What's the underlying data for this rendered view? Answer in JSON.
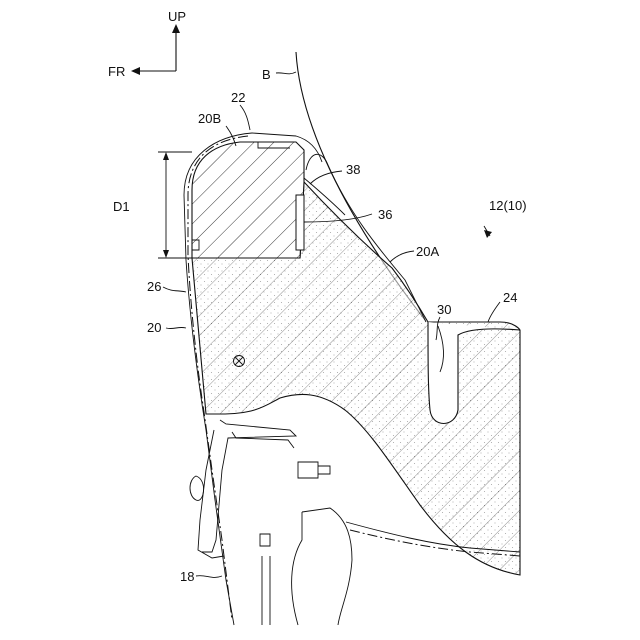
{
  "figure": {
    "labels": {
      "up": "UP",
      "fr": "FR",
      "b": "B",
      "n22": "22",
      "n20b": "20B",
      "d1": "D1",
      "n38": "38",
      "n36": "36",
      "n12": "12(10)",
      "n20a": "20A",
      "n26": "26",
      "n24": "24",
      "n30": "30",
      "n20": "20",
      "n18": "18"
    }
  }
}
